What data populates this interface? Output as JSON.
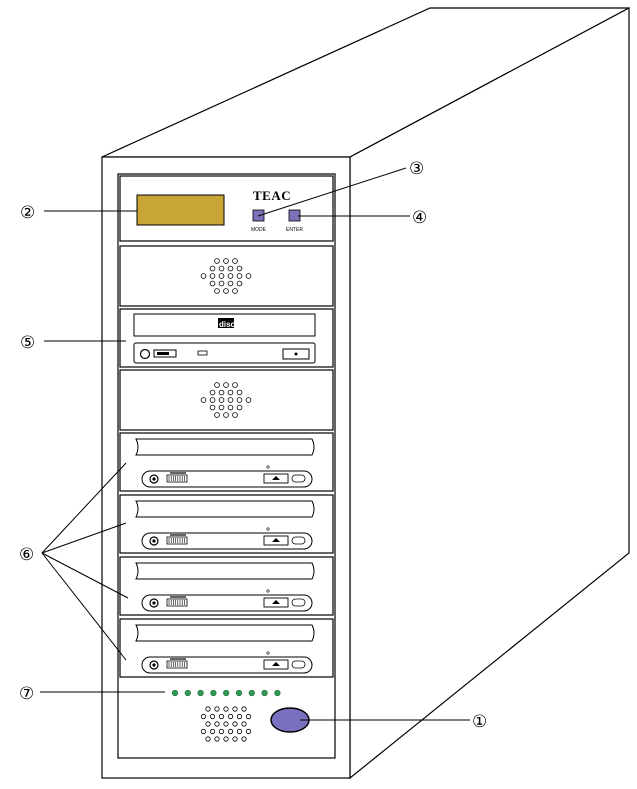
{
  "brand": "TEAC",
  "buttons": {
    "mode_label": "MODE",
    "enter_label": "ENTER"
  },
  "drive_logo": "disc",
  "callouts": {
    "c1": "①",
    "c2": "②",
    "c3": "③",
    "c4": "④",
    "c5": "⑤",
    "c6": "⑥",
    "c7": "⑦"
  },
  "colors": {
    "lcd": "#c9a437",
    "button": "#7b72b8",
    "power_button": "#7a70c0",
    "led": "#2f9a55",
    "line": "#000000"
  }
}
